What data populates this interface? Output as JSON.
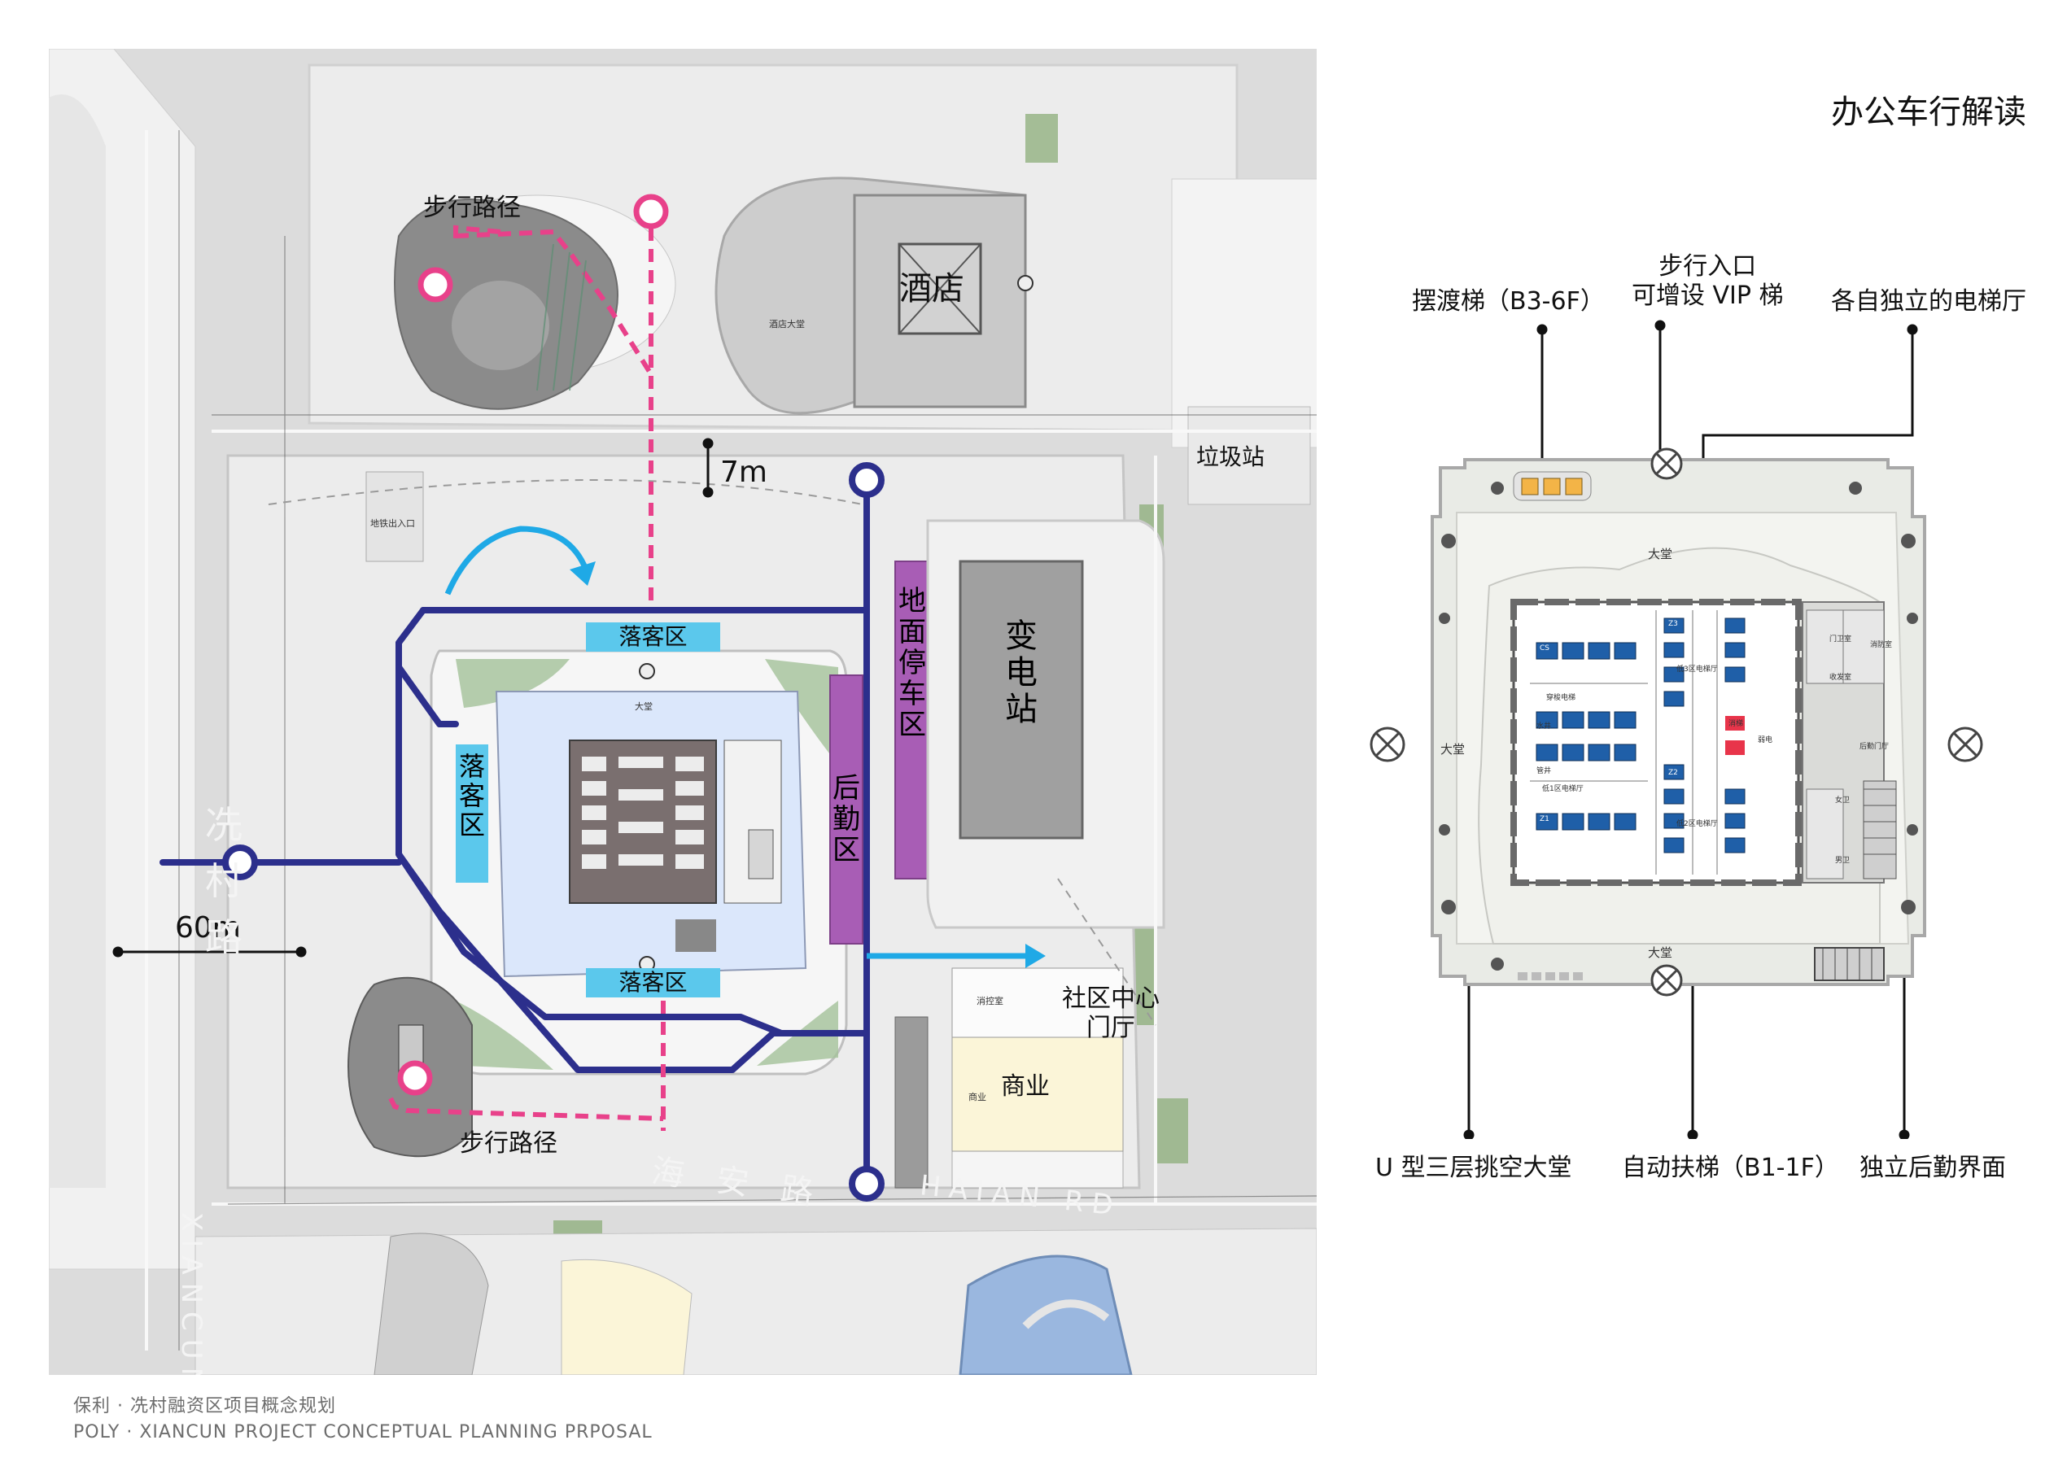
{
  "page_title": "办公车行解读",
  "site_labels": {
    "hotel": "酒店",
    "hotel_lobby": "酒店大堂",
    "garbage_station": "垃圾站",
    "substation": "变电站",
    "ground_parking": "地面停车区",
    "logistics": "后勤区",
    "dropoff_top": "落客区",
    "dropoff_left": "落客区",
    "dropoff_bottom": "落客区",
    "community_lobby": "社区中心门厅",
    "commercial": "商业",
    "walk_path_top": "步行路径",
    "walk_path_bottom": "步行路径",
    "dim_7m": "7m",
    "dim_60m": "60m",
    "road_xiancun_cn": "冼村路",
    "road_xiancun_en": "XIANCUN",
    "road_haian_cn": "海安路",
    "road_haian_en": "HAIAN RD",
    "lobby_small": "大堂",
    "entrance_small": "地铁出入口",
    "property_small": "消控室",
    "commercial_small": "商业"
  },
  "plan_callouts": {
    "shuttle_elevator": "摆渡梯（B3-6F）",
    "walk_entry_line1": "步行入口",
    "walk_entry_line2": "可增设 VIP 梯",
    "independent_lobby": "各自独立的电梯厅",
    "u_lobby": "U 型三层挑空大堂",
    "escalator": "自动扶梯（B1-1F）",
    "logistics_interface": "独立后勤界面"
  },
  "plan_labels": {
    "lobby_top": "大堂",
    "lobby_left": "大堂",
    "lobby_bottom": "大堂",
    "elev_hall_low": "低1区电梯厅",
    "elev_hall_low2": "低2区电梯厅",
    "elev_hall_low3": "低3区电梯厅",
    "shuttle_hall": "穿梭电梯",
    "fire_control": "消防室",
    "security": "门卫室",
    "office": "收发室",
    "rear_door": "后勤门厅",
    "restroom_f": "女卫",
    "restroom_m": "男卫",
    "mep": "弱电",
    "shaft": "管井",
    "water": "水井",
    "car_cs": "CS",
    "car_z1": "Z1",
    "car_z2": "Z2",
    "car_z3": "Z3",
    "car_fire": "消梯"
  },
  "footer": {
    "cn": "保利 · 冼村融资区项目概念规划",
    "en": "POLY · XIANCUN PROJECT CONCEPTUAL PLANNING PRPOSAL"
  },
  "colors": {
    "road_gray": "#dcdcdc",
    "vehicle_route": "#2c2f8c",
    "walk_route": "#e8418a",
    "dropoff_box": "#5bc8ec",
    "parking_purple": "#a85db5",
    "arrow_cyan": "#1fa9e6",
    "lobby_blue": "#dbe7fb",
    "elevator_blue": "#1f5fa8",
    "fire_red": "#e8344a",
    "shuttle_orange": "#f3b447"
  }
}
